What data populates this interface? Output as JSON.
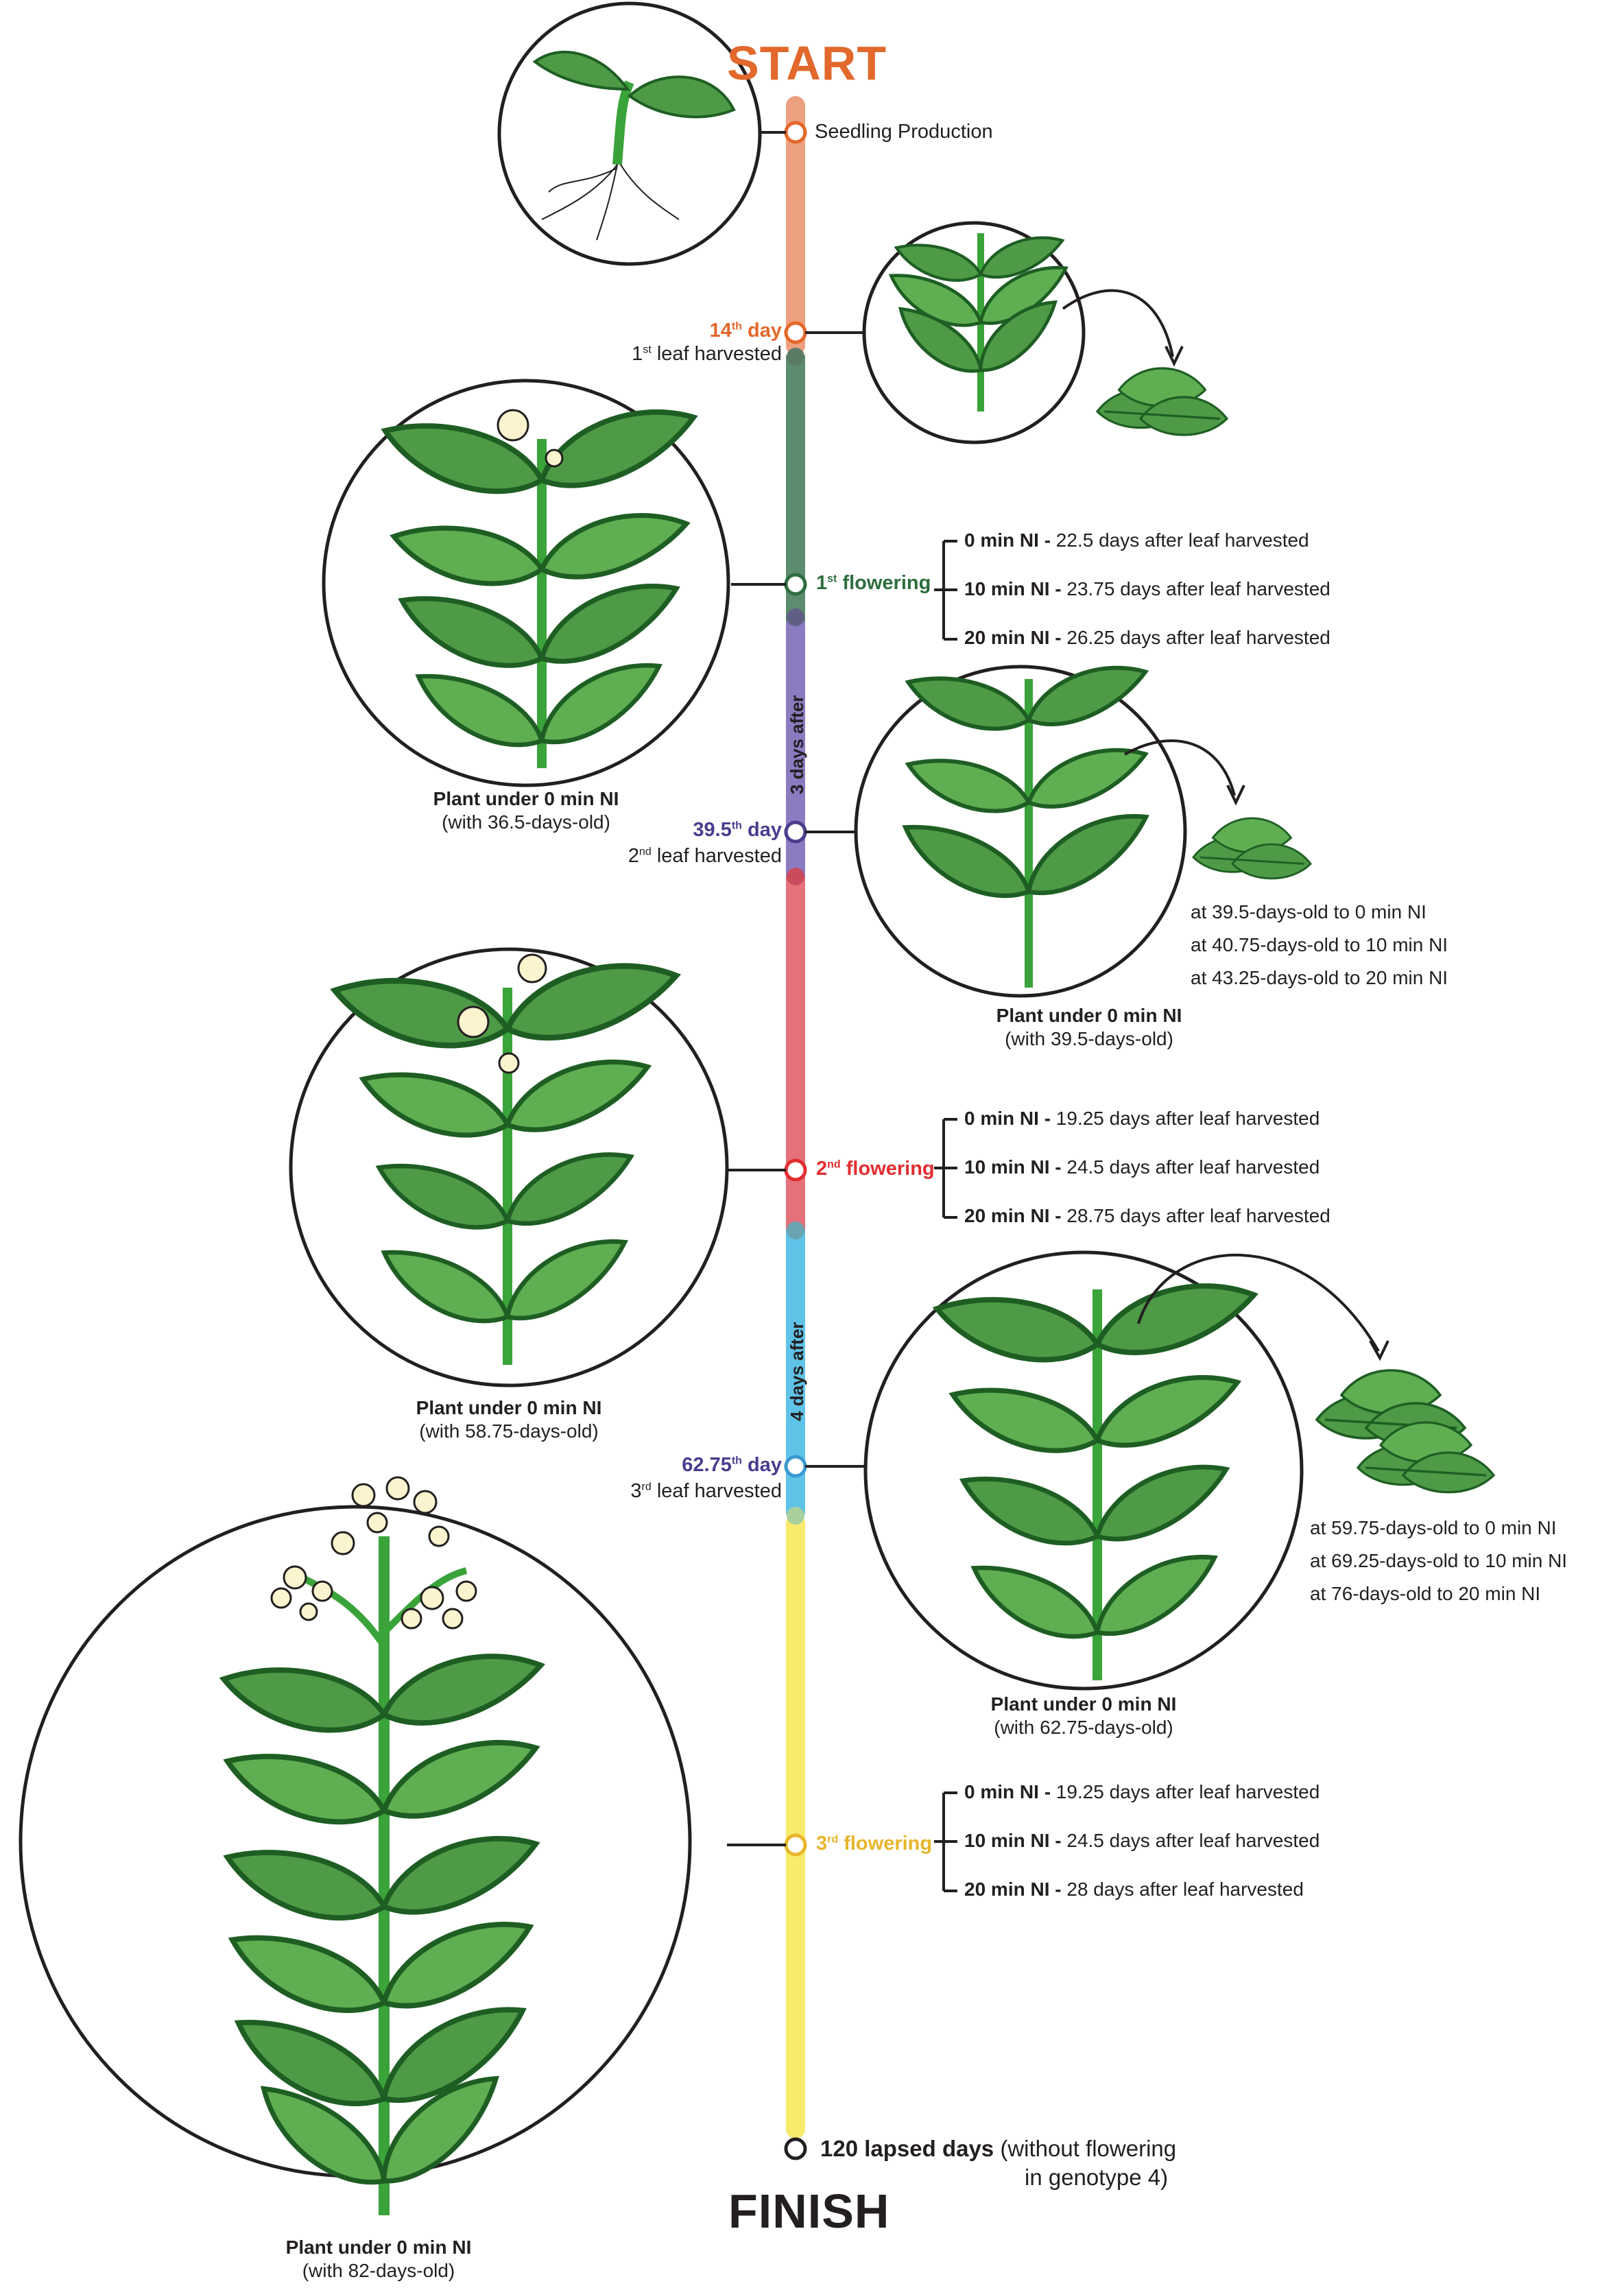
{
  "start_label": "START",
  "finish_label": "FINISH",
  "colors": {
    "seg_orange": "#eda07f",
    "seg_green": "#5d8c6e",
    "seg_purple": "#8b7bc1",
    "seg_red": "#e5717a",
    "seg_blue": "#5fc2e7",
    "seg_yellow": "#f8ea6a",
    "start_text": "#e2682b",
    "day14_text": "#e2682b",
    "flower1_text": "#2d6e3e",
    "day395_text": "#4b3c8e",
    "flower2_text": "#e22d2f",
    "day6275_text": "#4b3c8e",
    "flower3_text": "#e8b62b",
    "leaf_green": "#3aa33a",
    "leaf_dark": "#1e5e23"
  },
  "milestones": {
    "seedling": "Seedling Production",
    "day14": {
      "num": "14",
      "sup": "th",
      "word": "day",
      "sub_num": "1",
      "sub_sup": "st",
      "sub_rest": "leaf harvested"
    },
    "flower1": {
      "num": "1",
      "sup": "st",
      "word": "flowering"
    },
    "day395": {
      "num": "39.5",
      "sup": "th",
      "word": "day",
      "sub_num": "2",
      "sub_sup": "nd",
      "sub_rest": "leaf harvested"
    },
    "flower2": {
      "num": "2",
      "sup": "nd",
      "word": "flowering"
    },
    "day6275": {
      "num": "62.75",
      "sup": "th",
      "word": "day",
      "sub_num": "3",
      "sub_sup": "rd",
      "sub_rest": "leaf harvested"
    },
    "flower3": {
      "num": "3",
      "sup": "rd",
      "word": "flowering"
    }
  },
  "intervals": {
    "a": "3 days after",
    "b": "4 days after"
  },
  "flowering1_branches": [
    {
      "bold": "0 min NI -",
      "rest": "22.5 days after leaf harvested"
    },
    {
      "bold": "10 min NI -",
      "rest": "23.75 days after leaf harvested"
    },
    {
      "bold": "20 min NI -",
      "rest": "26.25 days after leaf harvested"
    }
  ],
  "flowering2_branches": [
    {
      "bold": "0 min NI -",
      "rest": "19.25 days after leaf harvested"
    },
    {
      "bold": "10 min NI -",
      "rest": "24.5 days after leaf harvested"
    },
    {
      "bold": "20 min NI -",
      "rest": "28.75 days after leaf harvested"
    }
  ],
  "flowering3_branches": [
    {
      "bold": "0 min NI -",
      "rest": "19.25 days after leaf harvested"
    },
    {
      "bold": "10 min NI -",
      "rest": "24.5 days after leaf harvested"
    },
    {
      "bold": "20 min NI -",
      "rest": "28 days after leaf harvested"
    }
  ],
  "harvest2_ages": [
    "at 39.5-days-old to 0 min NI",
    "at 40.75-days-old to 10 min NI",
    "at 43.25-days-old to 20 min NI"
  ],
  "harvest3_ages": [
    "at 59.75-days-old to 0 min NI",
    "at 69.25-days-old to 10 min NI",
    "at 76-days-old to 20 min NI"
  ],
  "captions": {
    "c1": {
      "title": "Plant under 0 min NI",
      "sub": "(with 36.5-days-old)"
    },
    "c2": {
      "title": "Plant under 0 min NI",
      "sub": "(with 39.5-days-old)"
    },
    "c3": {
      "title": "Plant under 0 min NI",
      "sub": "(with 58.75-days-old)"
    },
    "c4": {
      "title": "Plant under 0 min NI",
      "sub": "(with 62.75-days-old)"
    },
    "c5": {
      "title": "Plant under 0 min NI",
      "sub": "(with 82-days-old)"
    }
  },
  "finish_note": {
    "bold": "120 lapsed days",
    "rest": "(without flowering",
    "line2": "in genotype 4)"
  }
}
